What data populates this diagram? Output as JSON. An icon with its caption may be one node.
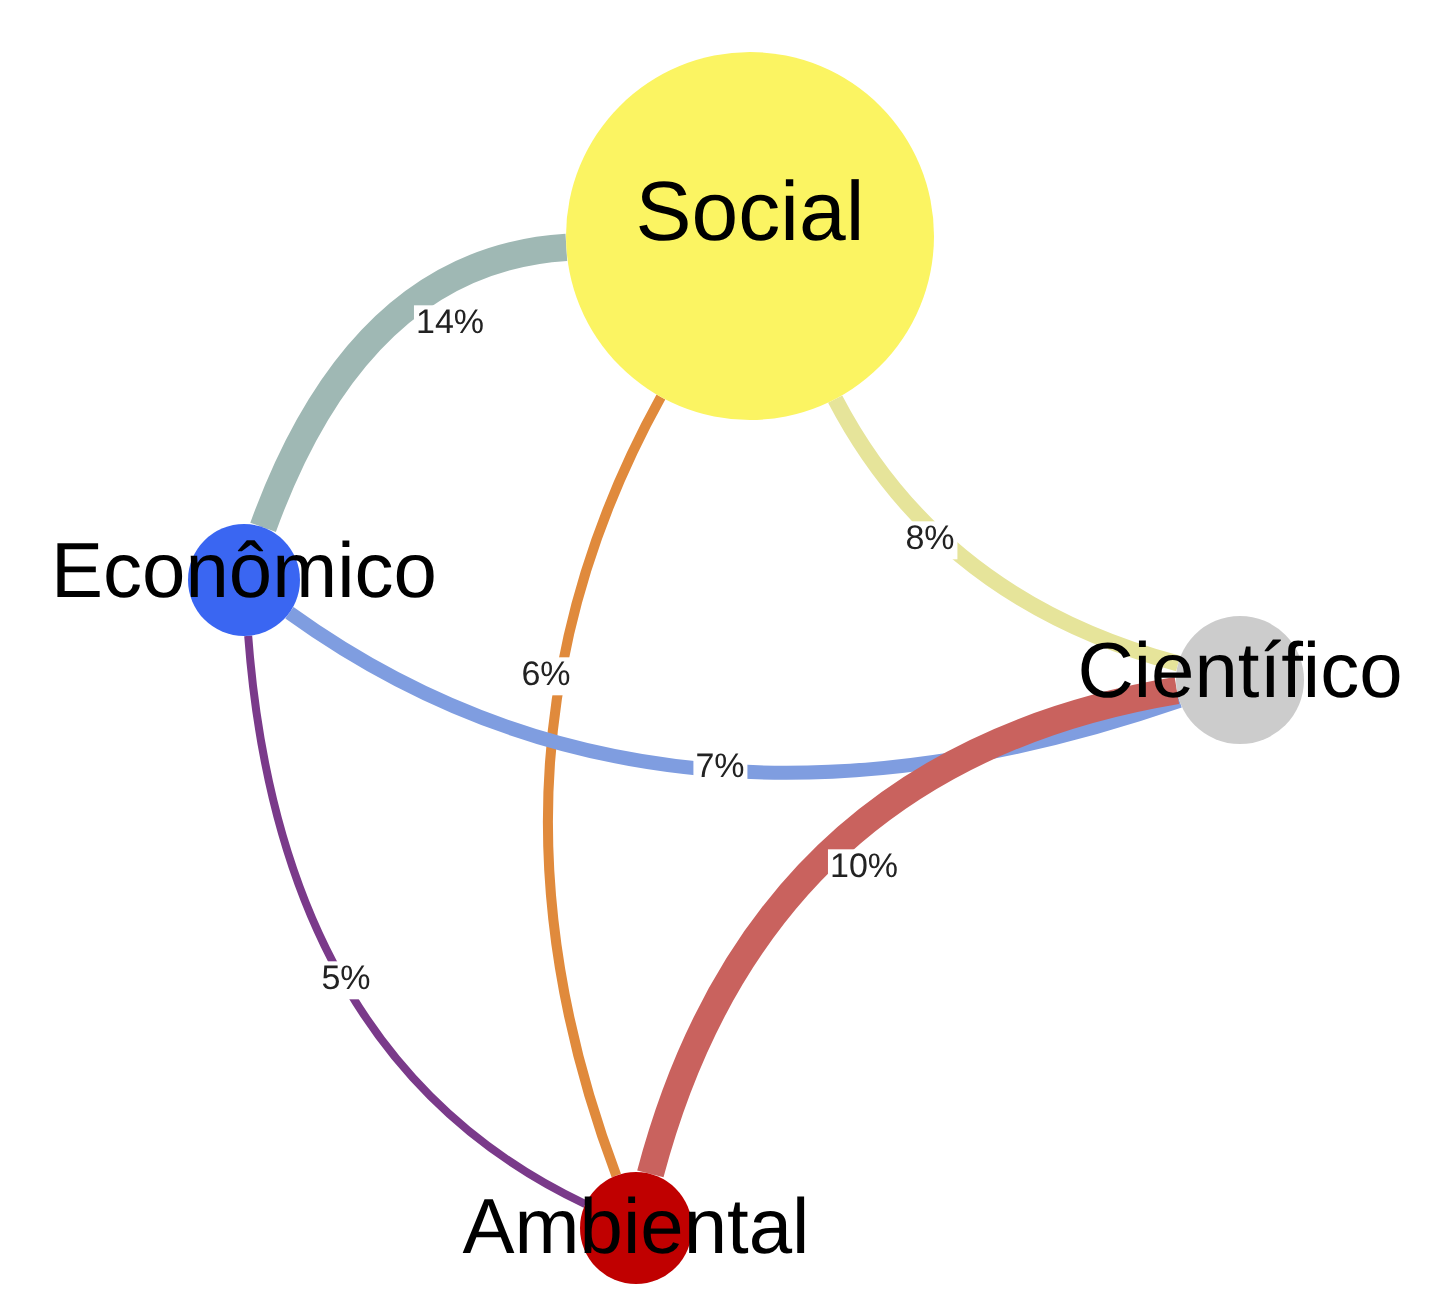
{
  "diagram": {
    "nodes": [
      {
        "text": [
          "Social"
        ]
      },
      {
        "text": [
          "Econômico"
        ]
      },
      {
        "text": [
          "Científico"
        ]
      },
      {
        "text": [
          "Ambiental"
        ]
      }
    ],
    "edges": [
      {
        "from": 0,
        "to": 1,
        "arrow": "none",
        "label": "14%",
        "style": "thick",
        "color": "#9fb8b4"
      },
      {
        "from": 0,
        "to": 2,
        "arrow": "none",
        "label": "8%",
        "color": "#e6e49a"
      },
      {
        "from": 0,
        "to": 3,
        "arrow": "none",
        "label": "6%",
        "color": "#e08a3c"
      },
      {
        "from": 1,
        "to": 2,
        "arrow": "none",
        "label": "7%",
        "color": "#7f9de0"
      },
      {
        "from": 2,
        "to": 3,
        "arrow": "none",
        "label": "10%",
        "style": "thick",
        "color": "#c9625e"
      },
      {
        "from": 1,
        "to": 3,
        "arrow": "none",
        "label": "5%",
        "color": "#7a3a8a"
      }
    ]
  }
}
